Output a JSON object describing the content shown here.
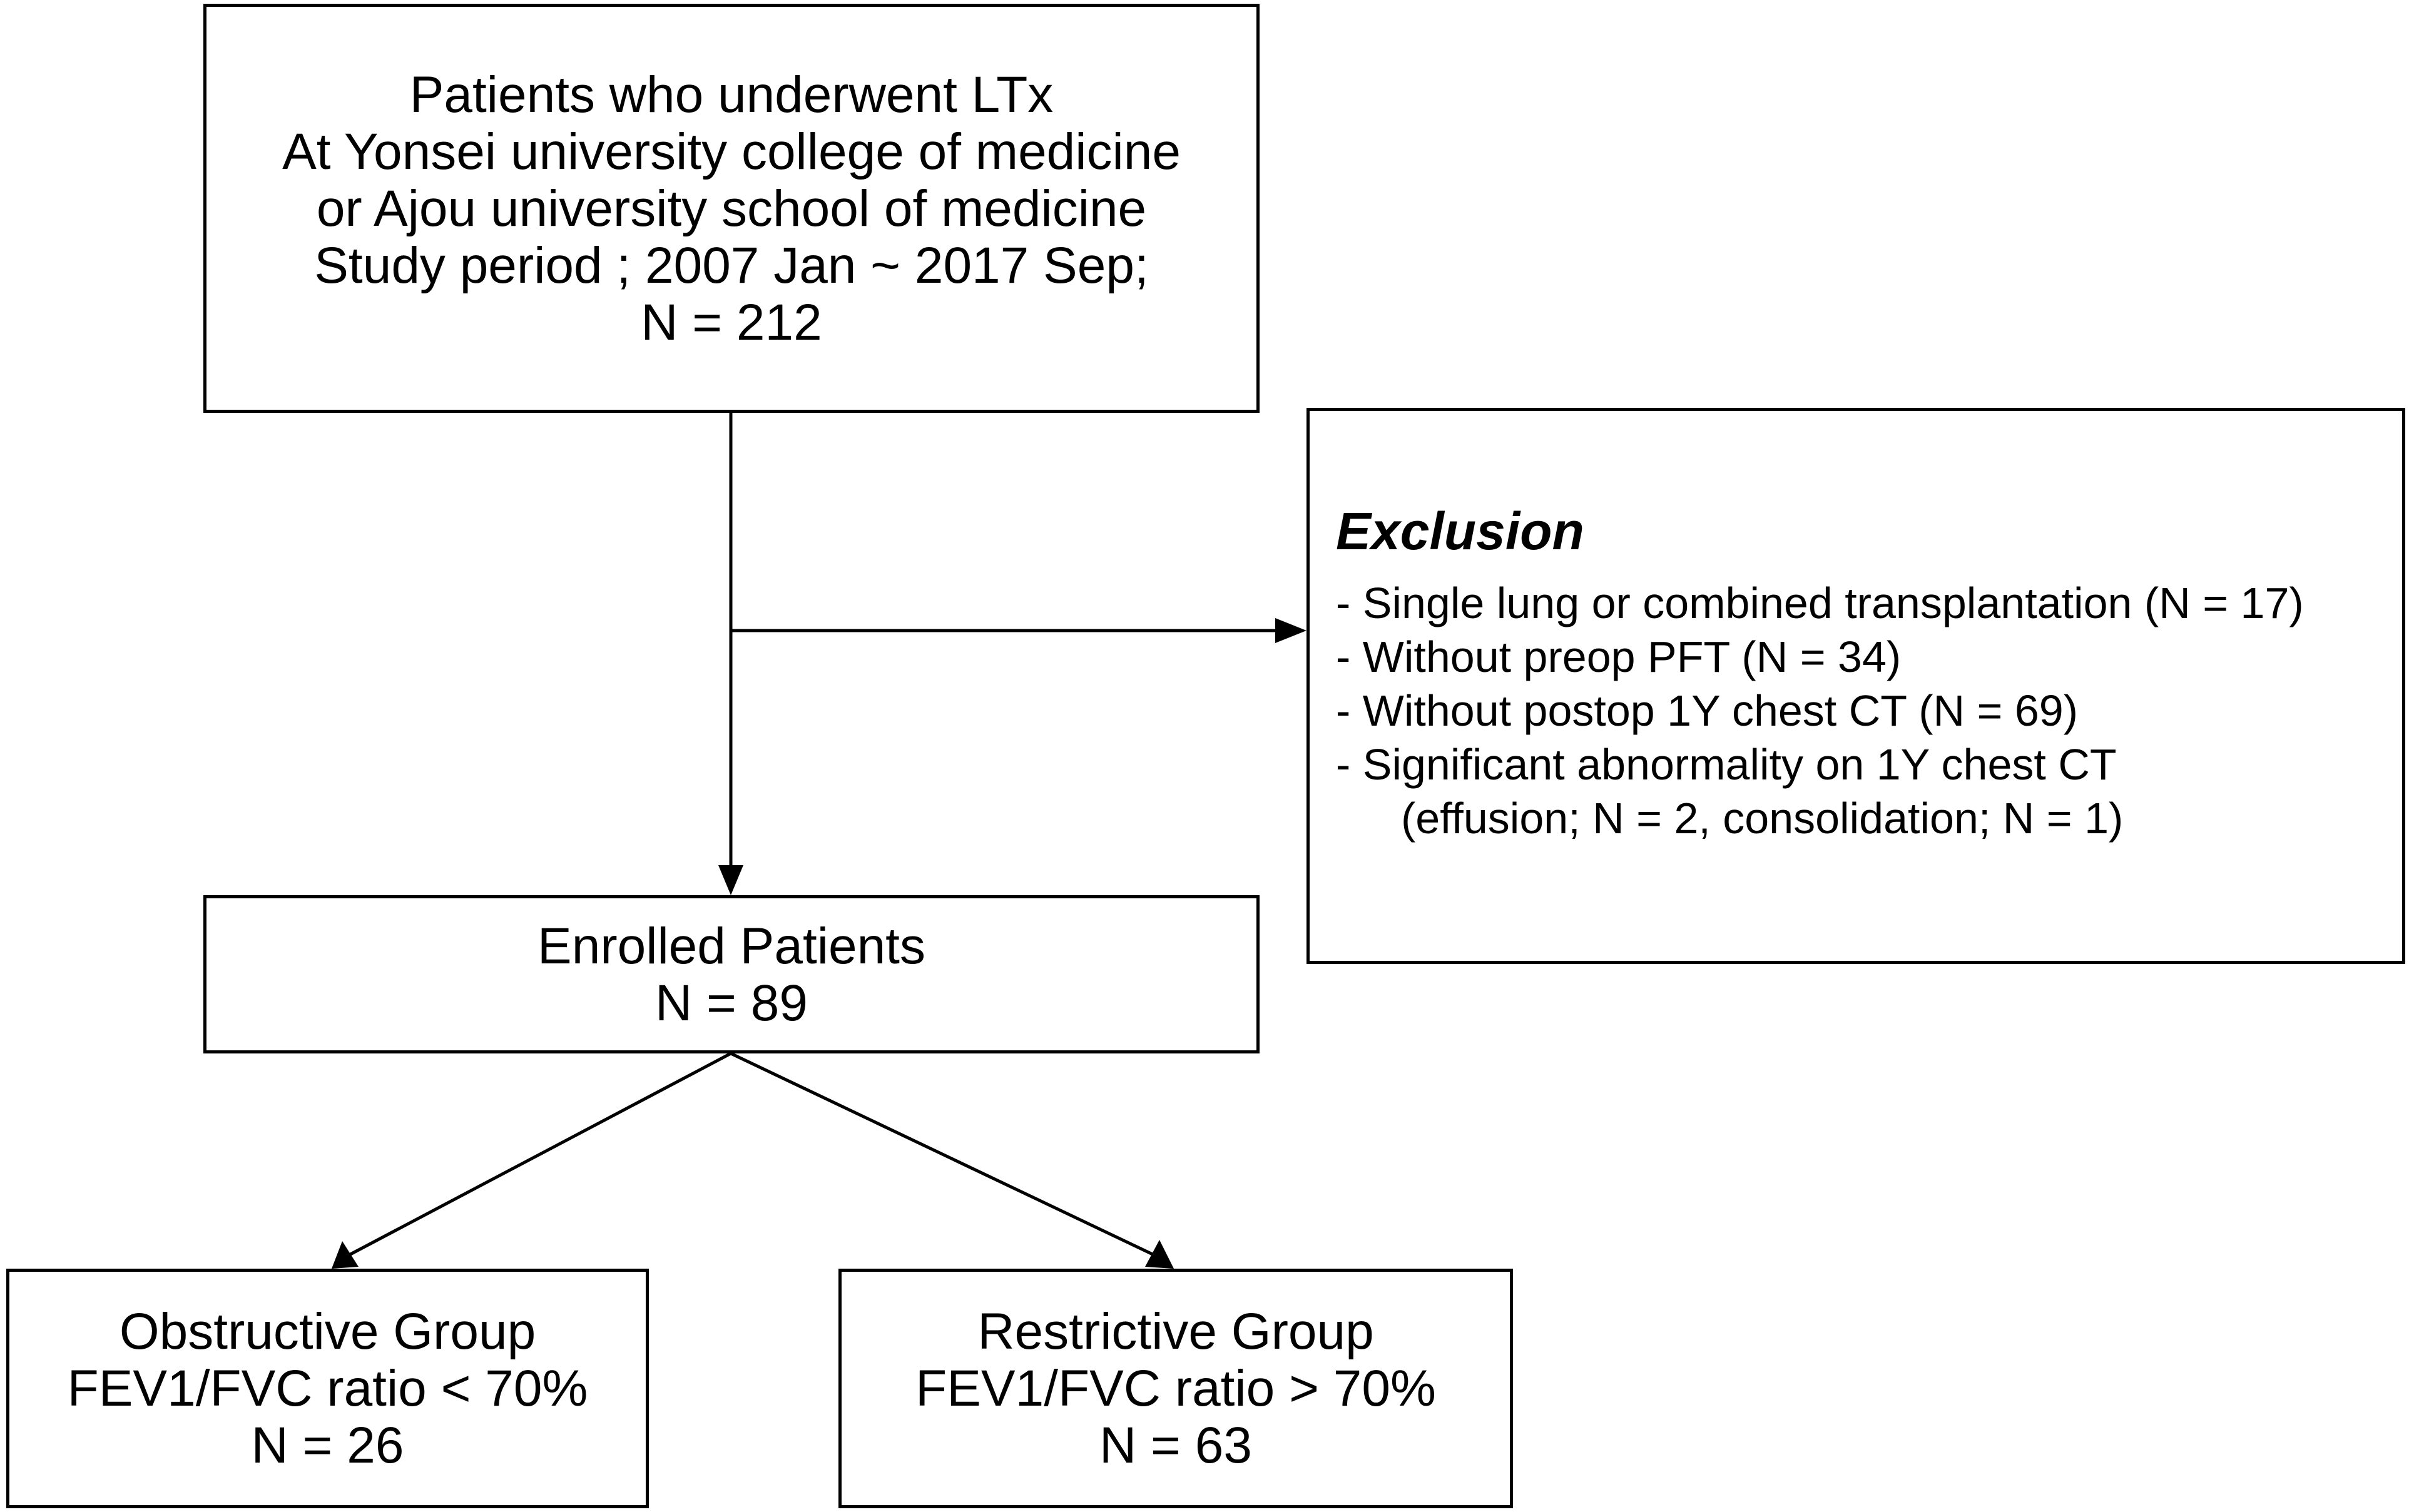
{
  "source_box": {
    "lines": [
      "Patients who underwent LTx",
      "At Yonsei university college of medicine",
      "or Ajou university school of medicine",
      "Study period ; 2007 Jan ~ 2017 Sep;",
      "N = 212"
    ]
  },
  "exclusion_box": {
    "title": "Exclusion",
    "items": [
      "- Single lung or combined transplantation (N = 17)",
      "- Without preop PFT (N = 34)",
      "- Without postop 1Y chest CT (N = 69)",
      "- Significant abnormality on 1Y chest CT"
    ],
    "sub_item": "(effusion; N = 2, consolidation; N = 1)"
  },
  "enrolled_box": {
    "lines": [
      "Enrolled Patients",
      "N = 89"
    ]
  },
  "obstructive_box": {
    "lines": [
      "Obstructive Group",
      "FEV1/FVC ratio < 70%",
      "N = 26"
    ]
  },
  "restrictive_box": {
    "lines": [
      "Restrictive Group",
      "FEV1/FVC ratio > 70%",
      "N = 63"
    ]
  }
}
